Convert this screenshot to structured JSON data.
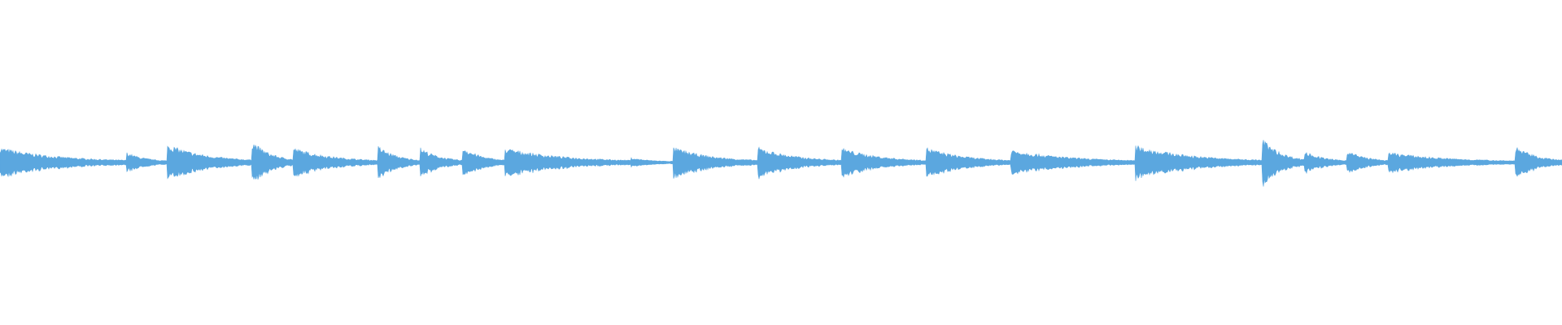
{
  "waveform": {
    "color": "#5ba7df",
    "onsets": [
      {
        "t": 0.0,
        "amp": 0.072
      },
      {
        "t": 0.081,
        "amp": 0.048
      },
      {
        "t": 0.107,
        "amp": 0.09
      },
      {
        "t": 0.161,
        "amp": 0.11
      },
      {
        "t": 0.188,
        "amp": 0.07
      },
      {
        "t": 0.242,
        "amp": 0.08
      },
      {
        "t": 0.269,
        "amp": 0.072
      },
      {
        "t": 0.296,
        "amp": 0.078
      },
      {
        "t": 0.323,
        "amp": 0.07
      },
      {
        "t": 0.404,
        "amp": 0.02
      },
      {
        "t": 0.431,
        "amp": 0.074
      },
      {
        "t": 0.485,
        "amp": 0.074
      },
      {
        "t": 0.539,
        "amp": 0.07
      },
      {
        "t": 0.593,
        "amp": 0.072
      },
      {
        "t": 0.647,
        "amp": 0.062
      },
      {
        "t": 0.727,
        "amp": 0.082
      },
      {
        "t": 0.808,
        "amp": 0.12
      },
      {
        "t": 0.835,
        "amp": 0.055
      },
      {
        "t": 0.862,
        "amp": 0.06
      },
      {
        "t": 0.889,
        "amp": 0.048
      },
      {
        "t": 0.97,
        "amp": 0.08
      }
    ]
  }
}
